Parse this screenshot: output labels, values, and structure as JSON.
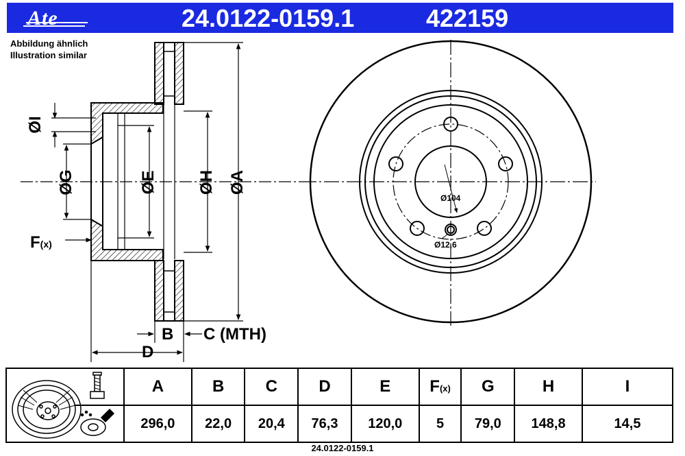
{
  "header": {
    "logo_text": "Ate",
    "part_number": "24.0122-0159.1",
    "article_number": "422159",
    "background_color": "#1a2ae0"
  },
  "notes": {
    "line1": "Abbildung ähnlich",
    "line2": "Illustration similar"
  },
  "section_labels": {
    "dia_i": "ØI",
    "dia_g": "ØG",
    "dia_e": "ØE",
    "dia_h": "ØH",
    "dia_a": "ØA",
    "f_main": "F",
    "f_sub": "(x)",
    "b": "B",
    "c": "C (MTH)",
    "d": "D"
  },
  "front_labels": {
    "hub_dia": "Ø104",
    "hole_dia": "Ø12,6"
  },
  "table": {
    "headers": [
      "A",
      "B",
      "C",
      "D",
      "E",
      "F",
      "G",
      "H",
      "I"
    ],
    "f_sub": "(x)",
    "values": [
      "296,0",
      "22,0",
      "20,4",
      "76,3",
      "120,0",
      "5",
      "79,0",
      "148,8",
      "14,5"
    ]
  },
  "footer": "24.0122-0159.1",
  "icons": [
    "brake-disc-icon",
    "bolt-icon",
    "brake-cleaner-icon"
  ]
}
